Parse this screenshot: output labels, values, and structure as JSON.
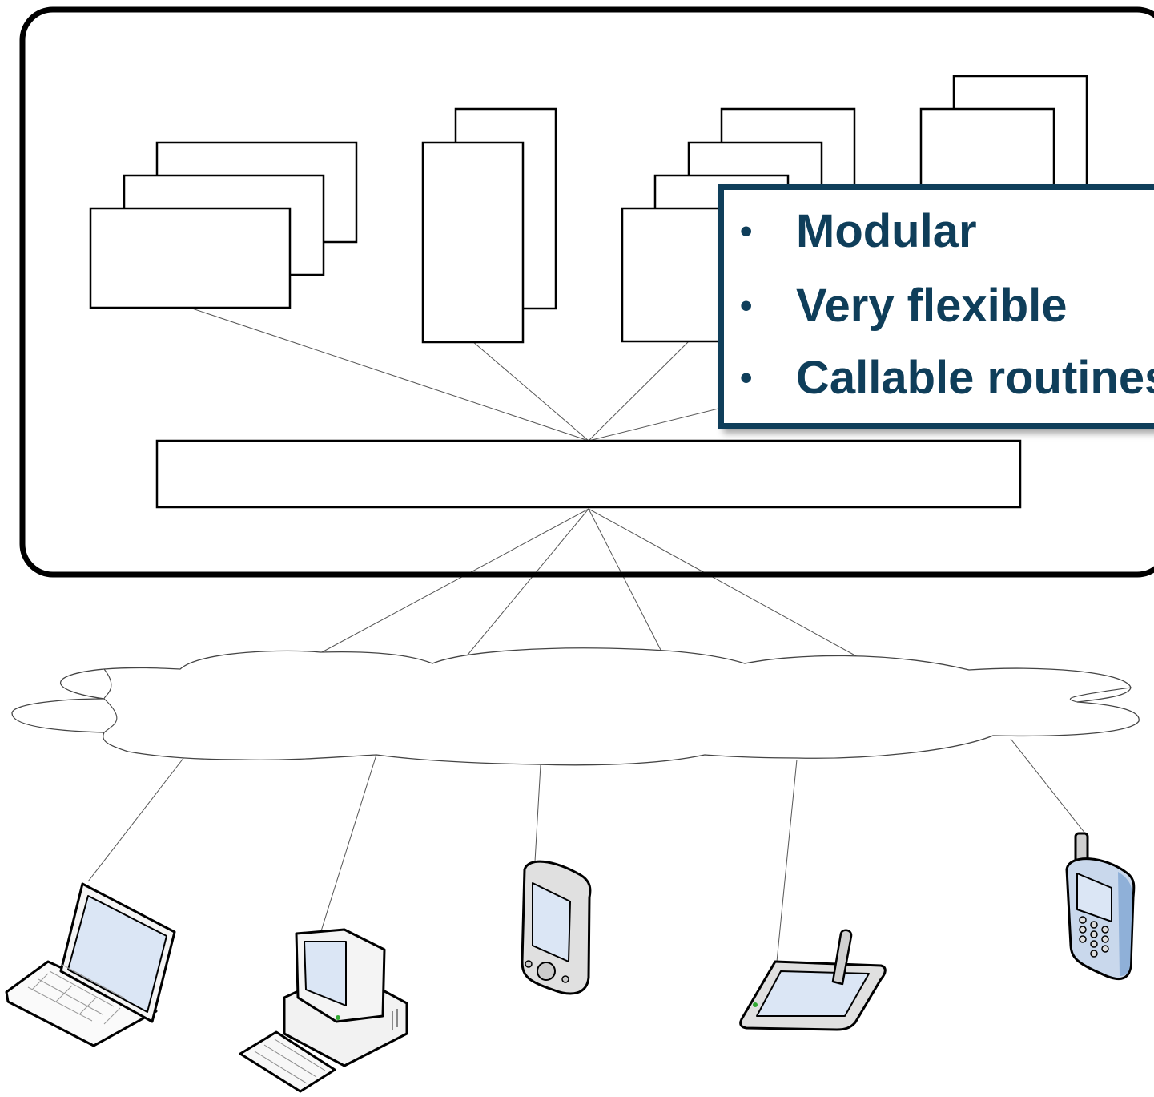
{
  "callout": {
    "items": [
      {
        "label": "Modular"
      },
      {
        "label": "Very flexible"
      },
      {
        "label": "Callable routines"
      }
    ],
    "bullet": "•",
    "color": "#0f3e5a"
  },
  "devices": [
    "laptop-icon",
    "desktop-computer-icon",
    "pda-icon",
    "tablet-icon",
    "cell-phone-icon"
  ],
  "colors": {
    "device_screen": "#dbe6f5",
    "device_body": "#e4e4e4",
    "phone_body": "#c9d8ec"
  }
}
